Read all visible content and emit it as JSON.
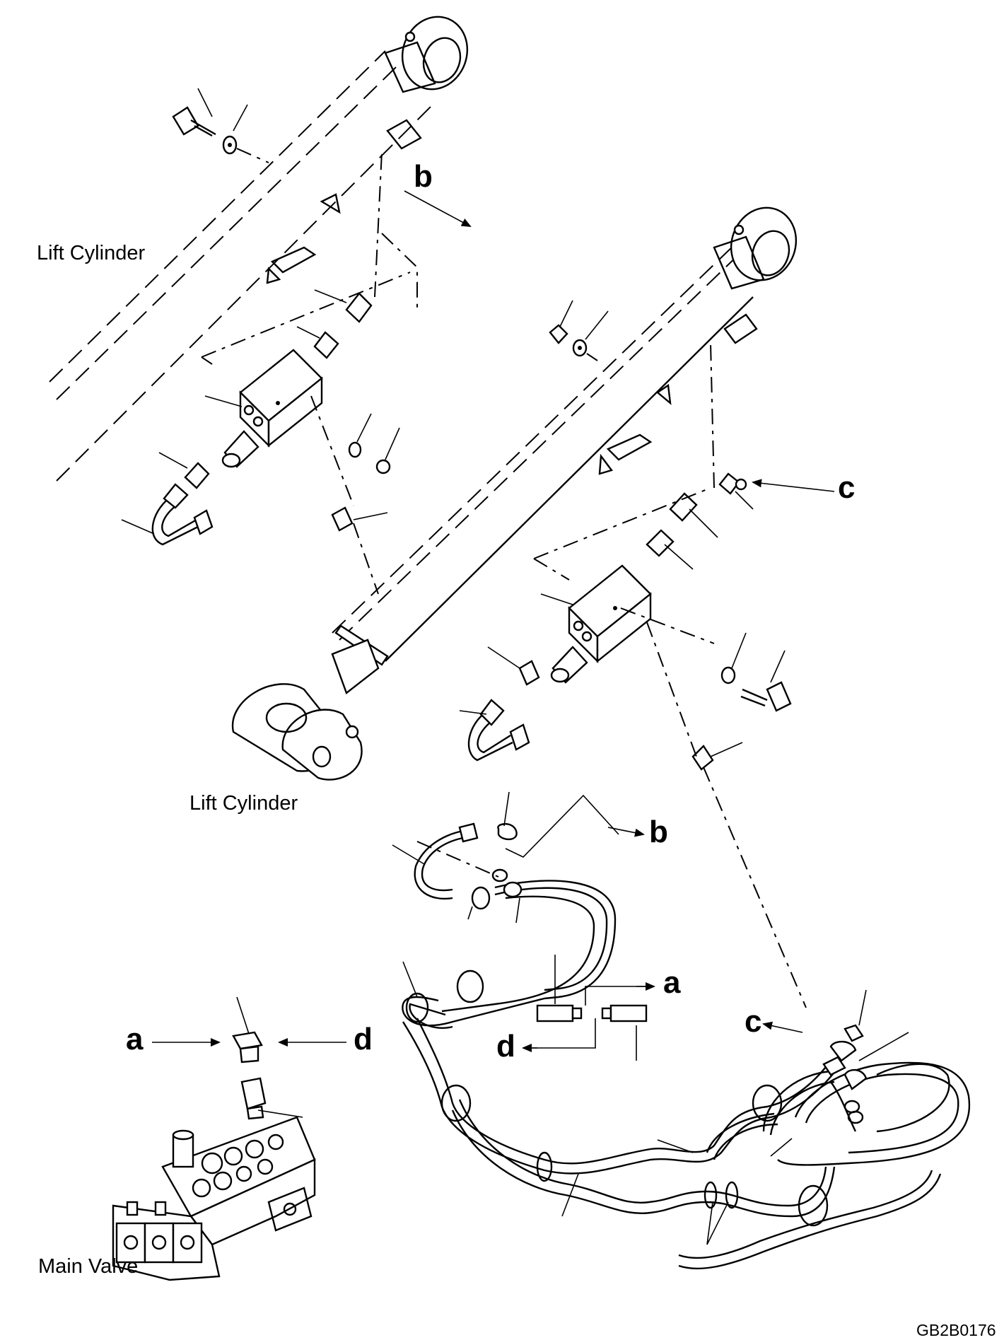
{
  "labels": {
    "lift_cylinder_left": "Lift Cylinder",
    "lift_cylinder_center": "Lift Cylinder",
    "main_valve": "Main Valve",
    "drawing_code": "GB2B0176"
  },
  "callouts": {
    "b_top": "b",
    "b_bottom": "b",
    "c_right": "c",
    "c_lower": "c",
    "a_valve": "a",
    "a_hose": "a",
    "d_valve": "d",
    "d_hose": "d"
  }
}
